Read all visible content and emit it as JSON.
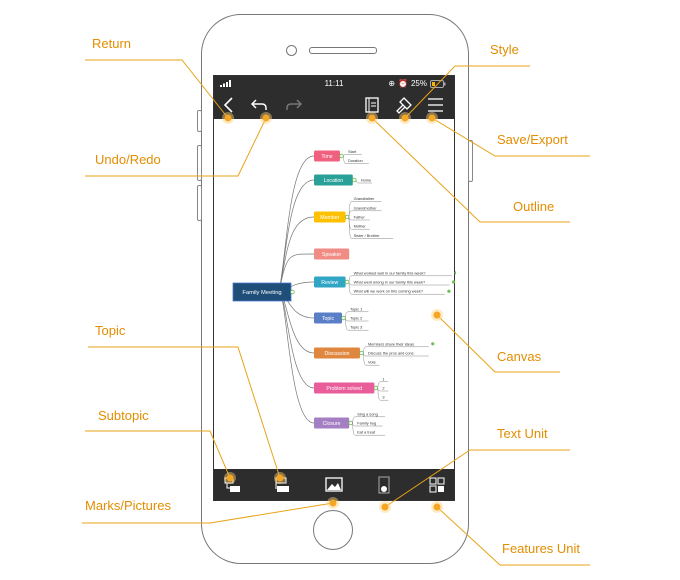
{
  "status_bar": {
    "time": "11:11",
    "battery": "25%"
  },
  "colors": {
    "callout": "#e8a317",
    "accent_text": "#e38d00",
    "bar": "#2d2d2d",
    "central": "#1f4e79"
  },
  "toolbar": {
    "icons": [
      "back-icon",
      "undo-icon",
      "redo-icon",
      "outline-icon",
      "style-brush-icon",
      "menu-icon"
    ]
  },
  "bottom_bar": {
    "icons": [
      "topic-icon",
      "subtopic-icon",
      "picture-icon",
      "text-unit-icon",
      "features-icon"
    ]
  },
  "callouts": {
    "return": "Return",
    "undo_redo": "Undo/Redo",
    "style": "Style",
    "save_export": "Save/Export",
    "outline": "Outline",
    "canvas": "Canvas",
    "topic": "Topic",
    "subtopic": "Subtopic",
    "marks_pictures": "Marks/Pictures",
    "text_unit": "Text Unit",
    "features_unit": "Features Unit"
  },
  "mindmap": {
    "central": "Family Meeting",
    "branches": [
      {
        "label": "Time",
        "color": "#f0607f",
        "items": [
          "Start",
          "Duration"
        ]
      },
      {
        "label": "Location",
        "color": "#2aa198",
        "items": [
          "Home"
        ]
      },
      {
        "label": "Member",
        "color": "#ffc000",
        "items": [
          "Grandfather",
          "Grandmother",
          "Father",
          "Mother",
          "Sister / Brother"
        ]
      },
      {
        "label": "Speaker",
        "color": "#f08c84",
        "items": []
      },
      {
        "label": "Review",
        "color": "#31a6c4",
        "items": [
          "What worked well in our family this week?",
          "What went wrong in our family this week?",
          "What will we work on this coming week?"
        ]
      },
      {
        "label": "Topic",
        "color": "#5b7fc7",
        "items": [
          "Topic 1",
          "Topic 2",
          "Topic 3"
        ]
      },
      {
        "label": "Discussion",
        "color": "#e0873f",
        "items": [
          "Members share their ideas",
          "Discuss the pros and cons",
          "Vote"
        ]
      },
      {
        "label": "Problem solved",
        "color": "#e85d9a",
        "items": [
          "1",
          "2",
          "3"
        ]
      },
      {
        "label": "Closure",
        "color": "#a47fc4",
        "items": [
          "Sing a song",
          "Family hug",
          "Eat a treat"
        ]
      }
    ]
  }
}
